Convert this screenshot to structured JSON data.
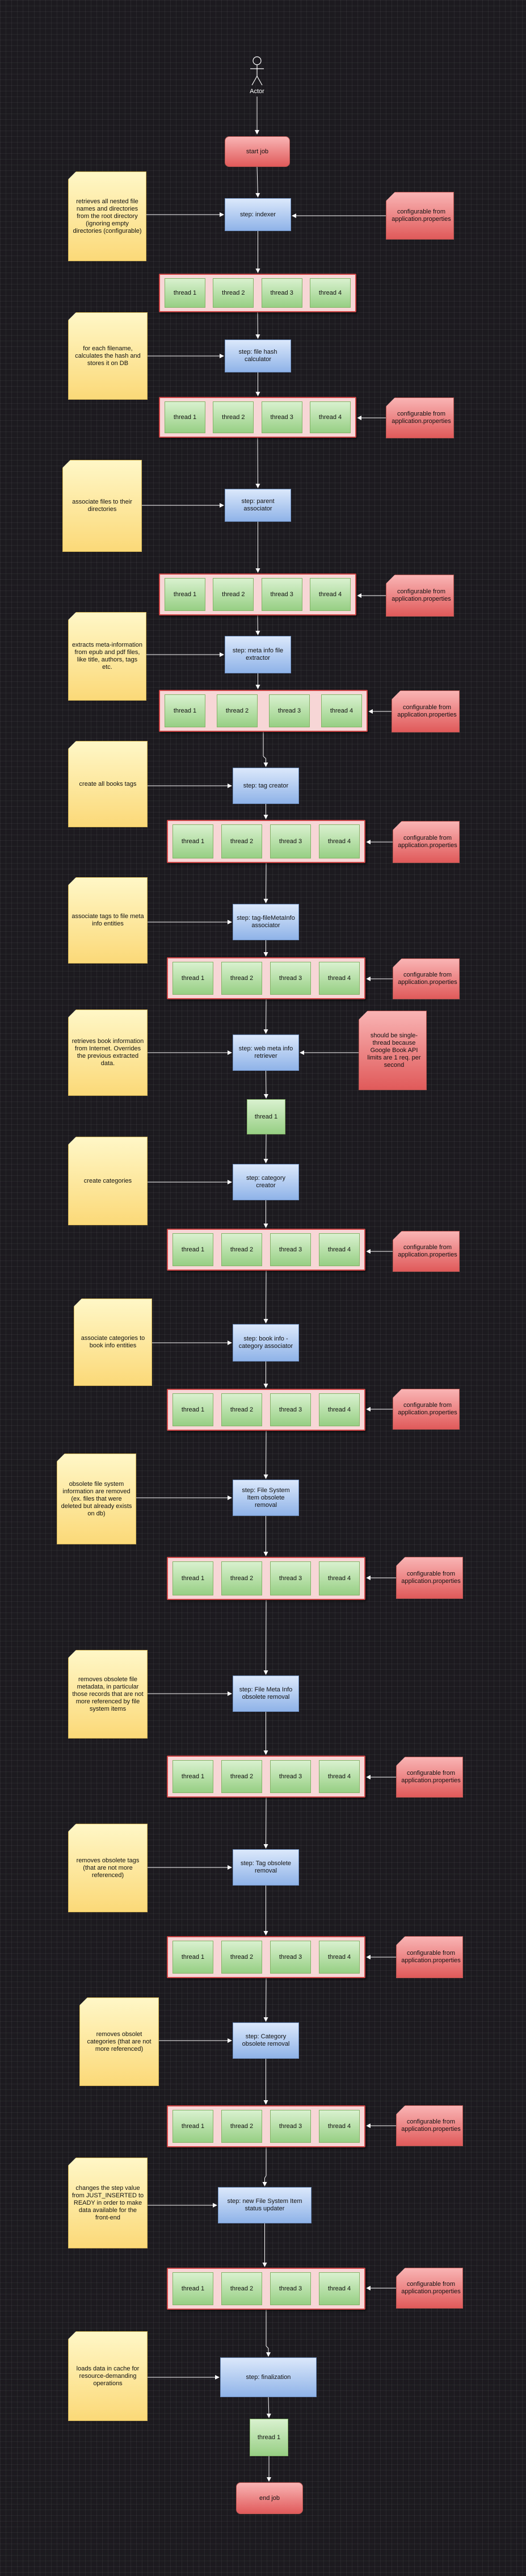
{
  "diagram": {
    "actor_label": "Actor",
    "start_label": "start job",
    "end_label": "end job",
    "thread_labels": [
      "thread 1",
      "thread 2",
      "thread 3",
      "thread 4"
    ],
    "single_thread_label": "thread 1",
    "config_label": "configurable from application.properties",
    "steps": [
      {
        "label": "step: indexer",
        "note": "retrieves all nested file names and directories from the root directory (ignoring empty directories (configurable)",
        "threads": 4
      },
      {
        "label": "step: file hash calculator",
        "note": "for each filename, calculates the hash and stores it on DB",
        "threads": 4
      },
      {
        "label": "step: parent associator",
        "note": "associate files to their directories",
        "threads": 4
      },
      {
        "label": "step: meta info file extractor",
        "note": "extracts meta-information from epub and pdf files, like title, authors, tags etc.",
        "threads": 4
      },
      {
        "label": "step: tag creator",
        "note": "create all books tags",
        "threads": 4
      },
      {
        "label": "step: tag-fileMetaInfo associator",
        "note": "associate tags to file meta info entities",
        "threads": 4
      },
      {
        "label": "step: web meta info retriever",
        "note": "retrieves book information from Internet. Overrides the previous extracted data.",
        "threads": 1,
        "side_note": "should be single-thread because Google Book API limits are 1 req. per second"
      },
      {
        "label": "step: category creator",
        "note": "create categories",
        "threads": 4
      },
      {
        "label": "step: book info - category associator",
        "note": "associate categories to book info entities",
        "threads": 4
      },
      {
        "label": "step: File System Item obsolete removal",
        "note": "obsolete file system information are removed (ex. files that were deleted but already exists on db)",
        "threads": 4
      },
      {
        "label": "step: File Meta Info obsolete removal",
        "note": "removes obsolete file metadata, in particular those records that are not more referenced by file system items",
        "threads": 4
      },
      {
        "label": "step: Tag obsolete removal",
        "note": "removes obsolete tags (that are not more referenced)",
        "threads": 4
      },
      {
        "label": "step: Category obsolete removal",
        "note": "removes obsolet categories (that are not more referenced)",
        "threads": 4
      },
      {
        "label": "step: new File System Item status updater",
        "note": "changes the step value from JUST_INSERTED to READY in order to make data available for the front-end",
        "threads": 4
      },
      {
        "label": "step: finalization",
        "note": "loads data in cache for resource-demanding operations",
        "threads": 1
      }
    ]
  }
}
